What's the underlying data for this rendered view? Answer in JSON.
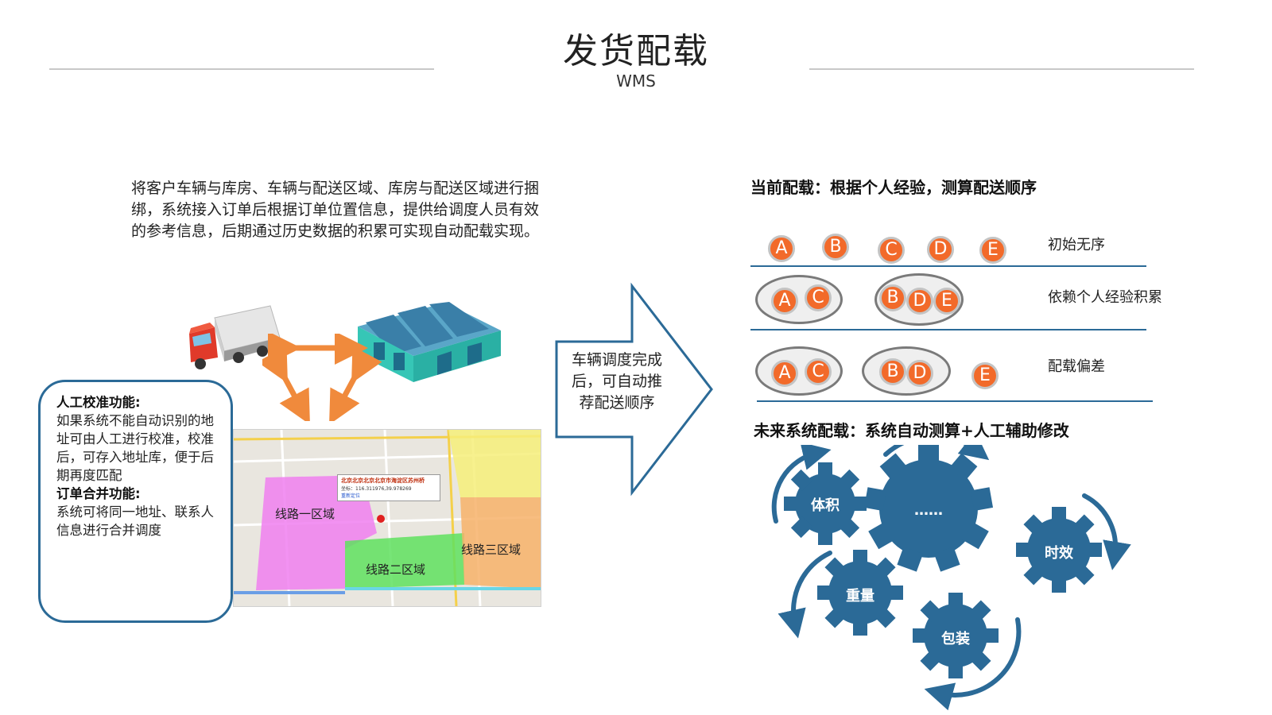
{
  "title": "发货配载",
  "subtitle": "WMS",
  "description": "将客户车辆与库房、车辆与配送区域、库房与配送区域进行捆绑，系统接入订单后根据订单位置信息，提供给调度人员有效的参考信息，后期通过历史数据的积累可实现自动配载实现。",
  "callout": {
    "heading1": "人工校准功能:",
    "body1": "如果系统不能自动识别的地址可由人工进行校准，校准后，可存入地址库，便于后期再度匹配",
    "heading2": "订单合并功能:",
    "body2": "系统可将同一地址、联系人信息进行合并调度"
  },
  "map": {
    "zone1": "线路一区域",
    "zone2": "线路二区域",
    "zone3": "线路三区域",
    "popup_title": "北京北京北京北京市海淀区苏州桥",
    "popup_coords": "坐标：116.311976,39.978269",
    "popup_link": "重新定位"
  },
  "arrow_text": "车辆调度完成后，可自动推荐配送顺序",
  "current": {
    "title": "当前配载：根据个人经验，测算配送顺序",
    "row1_label": "初始无序",
    "row2_label": "依赖个人经验积累",
    "row3_label": "配载偏差",
    "letters": [
      "A",
      "B",
      "C",
      "D",
      "E"
    ]
  },
  "future": {
    "title": "未来系统配载：系统自动测算+人工辅助修改",
    "gear_volume": "体积",
    "gear_center": "……",
    "gear_time": "时效",
    "gear_weight": "重量",
    "gear_package": "包装"
  },
  "colors": {
    "accent_blue": "#2b6a97",
    "circle_orange": "#f26a2a",
    "arrow_orange": "#f08a3c",
    "zone_pink": "#f07ff0",
    "zone_green": "#5fe05f",
    "zone_orange": "#f7b26a"
  }
}
